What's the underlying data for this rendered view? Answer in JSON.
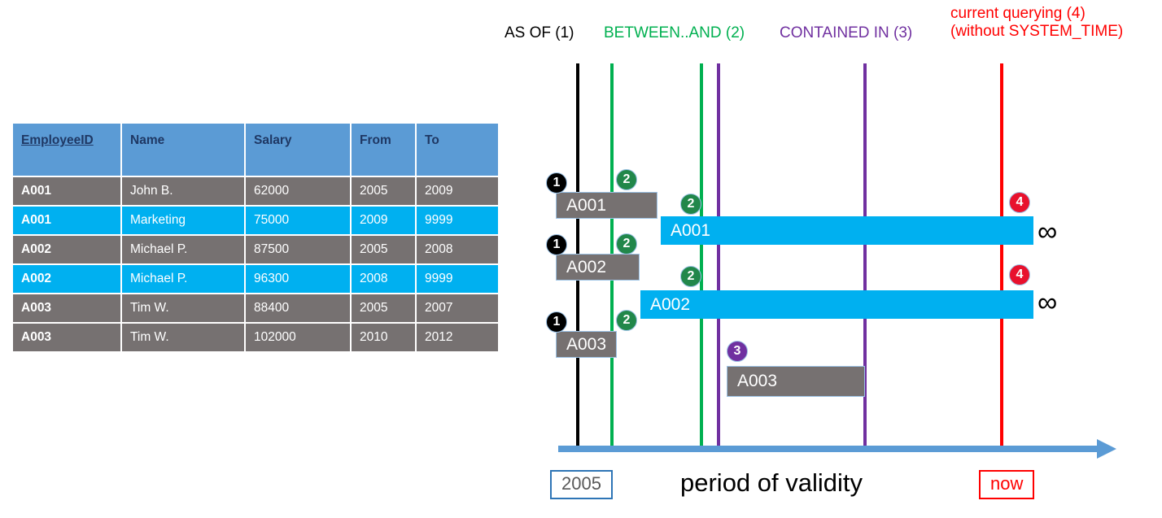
{
  "table": {
    "columns": [
      "EmployeeID",
      "Name",
      "Salary",
      "From",
      "To"
    ],
    "rows": [
      {
        "style": "gray",
        "cells": [
          "A001",
          "John  B.",
          "62000",
          "2005",
          "2009"
        ]
      },
      {
        "style": "cyan",
        "cells": [
          "A001",
          "Marketing",
          "75000",
          "2009",
          "9999"
        ]
      },
      {
        "style": "gray",
        "cells": [
          "A002",
          "Michael P.",
          "87500",
          "2005",
          "2008"
        ]
      },
      {
        "style": "cyan",
        "cells": [
          "A002",
          "Michael P.",
          "96300",
          "2008",
          "9999"
        ]
      },
      {
        "style": "gray",
        "cells": [
          "A003",
          "Tim W.",
          "88400",
          "2005",
          "2007"
        ]
      },
      {
        "style": "gray",
        "cells": [
          "A003",
          "Tim W.",
          "102000",
          "2010",
          "2012"
        ]
      }
    ]
  },
  "diagram": {
    "legend": [
      {
        "text": "AS OF (1)",
        "color": "#000000"
      },
      {
        "text": "BETWEEN..AND (2)",
        "color": "#00b050"
      },
      {
        "text": "CONTAINED IN (3)",
        "color": "#7030a0"
      },
      {
        "text": "current querying (4)",
        "color": "#ff0000"
      },
      {
        "text": "(without SYSTEM_TIME)",
        "color": "#ff0000"
      }
    ],
    "bars": [
      {
        "label": "A001",
        "style": "gray"
      },
      {
        "label": "A001",
        "style": "cyan"
      },
      {
        "label": "A002",
        "style": "gray"
      },
      {
        "label": "A002",
        "style": "cyan"
      },
      {
        "label": "A003",
        "style": "gray"
      },
      {
        "label": "A003",
        "style": "gray"
      }
    ],
    "markers": [
      {
        "n": "1",
        "kind": "m1"
      },
      {
        "n": "2",
        "kind": "m2"
      },
      {
        "n": "2",
        "kind": "m2"
      },
      {
        "n": "4",
        "kind": "m4"
      },
      {
        "n": "1",
        "kind": "m1"
      },
      {
        "n": "2",
        "kind": "m2"
      },
      {
        "n": "2",
        "kind": "m2"
      },
      {
        "n": "4",
        "kind": "m4"
      },
      {
        "n": "1",
        "kind": "m1"
      },
      {
        "n": "2",
        "kind": "m2"
      },
      {
        "n": "3",
        "kind": "m3"
      }
    ],
    "infinity": [
      "∞",
      "∞"
    ],
    "axis_start_label": "2005",
    "axis_end_label": "now",
    "axis_title": "period of validity",
    "colors": {
      "as_of_line": "#000000",
      "between_line": "#00b050",
      "contained_line": "#7030a0",
      "now_line": "#ff0000",
      "axis": "#5b9bd5",
      "history_bar": "#767171",
      "current_bar": "#00b0f0",
      "header": "#5b9bd5"
    }
  }
}
